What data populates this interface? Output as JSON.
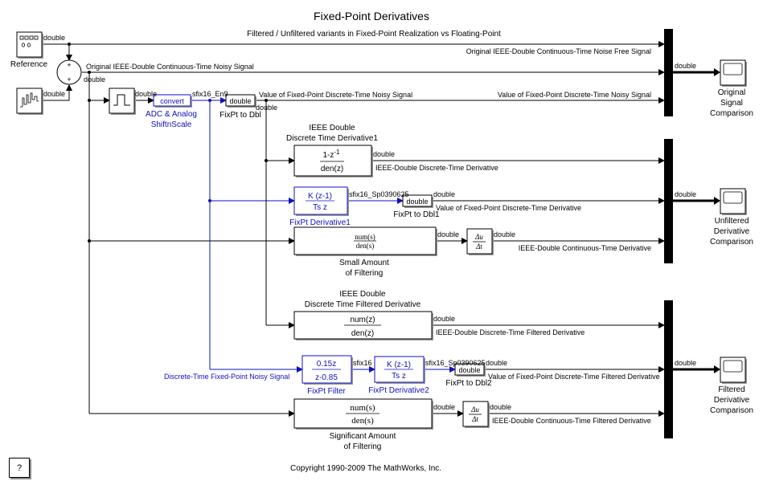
{
  "title": "Fixed-Point Derivatives",
  "subtitle": "Filtered / Unfiltered variants in Fixed-Point Realization vs Floating-Point",
  "copyright": "Copyright 1990-2009 The MathWorks, Inc.",
  "help_label": "?",
  "blocks": {
    "reference": "Reference",
    "adc_label1": "ADC & Analog",
    "adc_label2": "ShiftnScale",
    "convert": "convert",
    "double": "double",
    "fixpt_to_dbl": "FixPt to Dbl",
    "fixpt_to_dbl1": "FixPt to Dbl1",
    "fixpt_to_dbl2": "FixPt to Dbl2",
    "ieee_deriv1_l1": "IEEE Double",
    "ieee_deriv1_l2": "Discrete Time Derivative1",
    "ieee_deriv1_num": "1-z",
    "ieee_deriv1_exp": "-1",
    "ieee_deriv1_den": "den(z)",
    "fixpt_deriv1": "FixPt Derivative1",
    "fixpt_deriv2": "FixPt Derivative2",
    "k_num": "K (z-1)",
    "k_den": "Ts z",
    "small_filter_l1": "Small Amount",
    "small_filter_l2": "of Filtering",
    "numS": "num(s)",
    "denS": "den(s)",
    "ieee_filt_l1": "IEEE Double",
    "ieee_filt_l2": "Discrete Time Filtered Derivative",
    "numZ": "num(z)",
    "denZ": "den(z)",
    "fixpt_filter": "FixPt Filter",
    "filt_num": "0.15z",
    "filt_den": "z-0.85",
    "sig_filter_l1": "Significant Amount",
    "sig_filter_l2": "of Filtering",
    "du": "Δu",
    "dt": "Δt",
    "scope1_l1": "Original",
    "scope1_l2": "Signal",
    "scope1_l3": "Comparison",
    "scope2_l1": "Unfiltered",
    "scope2_l2": "Derivative",
    "scope2_l3": "Comparison",
    "scope3_l1": "Filtered",
    "scope3_l2": "Derivative",
    "scope3_l3": "Comparison",
    "sum_plus": "+"
  },
  "signals": {
    "double": "double",
    "sfix16_en9": "sfix16_En9",
    "sfix16": "sfix16",
    "sfix16_sp": "sfix16_Sp0390625",
    "orig_noise_free": "Original IEEE-Double Continuous-Time Noise Free Signal",
    "orig_noisy": "Original IEEE-Double Continuous-Time Noisy Signal",
    "fixpt_noisy": "Value of Fixed-Point Discrete-Time Noisy Signal",
    "ieee_dt_deriv": "IEEE-Double Discrete-Time Derivative",
    "fixpt_dt_deriv": "Value of Fixed-Point Discrete-Time Derivative",
    "ieee_ct_deriv": "IEEE-Double Continuous-Time Derivative",
    "ieee_dt_filt_deriv": "IEEE-Double Discrete-Time Filtered Derivative",
    "dt_fixpt_noisy": "Discrete-Time Fixed-Point Noisy Signal",
    "fixpt_dt_filt_deriv": "Value of Fixed-Point Discrete-Time Filtered Derivative",
    "ieee_ct_filt_deriv": "IEEE-Double Continuous-Time Filtered Derivative"
  }
}
